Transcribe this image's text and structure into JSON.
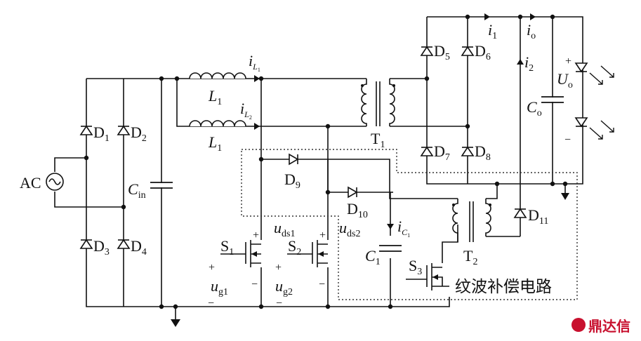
{
  "components": {
    "source": "AC",
    "bridge": [
      "D",
      "D",
      "D",
      "D"
    ],
    "bridge_subs": [
      "1",
      "2",
      "3",
      "4"
    ],
    "input_cap": "C",
    "input_cap_sub": "in",
    "inductor_1": "L",
    "inductor_1_sub": "1",
    "inductor_2": "L",
    "inductor_2_sub": "1",
    "current_L1": "i",
    "current_L1_sub": "L",
    "current_L1_subsub": "1",
    "current_L2": "i",
    "current_L2_sub": "L",
    "current_L2_subsub": "2",
    "transformer_1": "T",
    "transformer_1_sub": "1",
    "transformer_2": "T",
    "transformer_2_sub": "2",
    "out_diodes": [
      "D",
      "D",
      "D",
      "D"
    ],
    "out_diode_subs": [
      "5",
      "6",
      "7",
      "8"
    ],
    "d9": "D",
    "d9_sub": "9",
    "d10": "D",
    "d10_sub": "10",
    "d11": "D",
    "d11_sub": "11",
    "s1": "S",
    "s1_sub": "1",
    "s2": "S",
    "s2_sub": "2",
    "s3": "S",
    "s3_sub": "3",
    "uds1": "u",
    "uds1_sub": "ds1",
    "uds2": "u",
    "uds2_sub": "ds2",
    "ug1": "u",
    "ug1_sub": "g1",
    "ug2": "u",
    "ug2_sub": "g2",
    "c1": "C",
    "c1_sub": "1",
    "ic1": "i",
    "ic1_sub": "C",
    "ic1_subsub": "1",
    "co": "C",
    "co_sub": "o",
    "uo": "U",
    "uo_sub": "o",
    "i1": "i",
    "i1_sub": "1",
    "i2": "i",
    "i2_sub": "2",
    "io": "i",
    "io_sub": "o",
    "plus": "+",
    "minus": "−"
  },
  "ripple_label": "纹波补偿电路",
  "watermark": "鼎达信"
}
